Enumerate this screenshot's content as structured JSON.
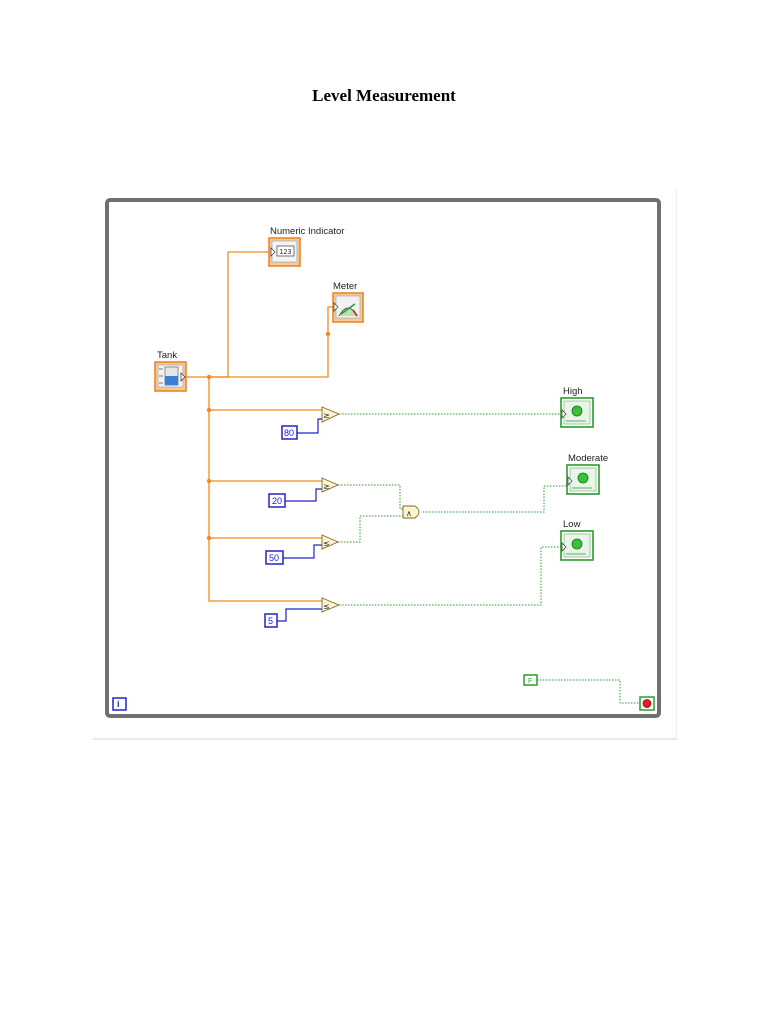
{
  "page": {
    "title": "Level Measurement"
  },
  "diagram": {
    "labels": {
      "numeric_indicator": "Numeric Indicator",
      "meter": "Meter",
      "tank": "Tank",
      "high": "High",
      "moderate": "Moderate",
      "low": "Low"
    },
    "constants": {
      "c80": "80",
      "c20": "20",
      "c50": "50",
      "c5": "5"
    },
    "operators": {
      "cmp1": "≥",
      "cmp2": "≥",
      "cmp3": "≤",
      "cmp4": "≤",
      "and": "∧"
    },
    "numeric_display": "123",
    "iteration_terminal": "i",
    "stop_constant": "F",
    "colors": {
      "numeric_wire": "#f28a1e",
      "boolean_wire": "#2e9a2e",
      "integer_wire": "#2323c8",
      "frame": "#707070"
    }
  }
}
